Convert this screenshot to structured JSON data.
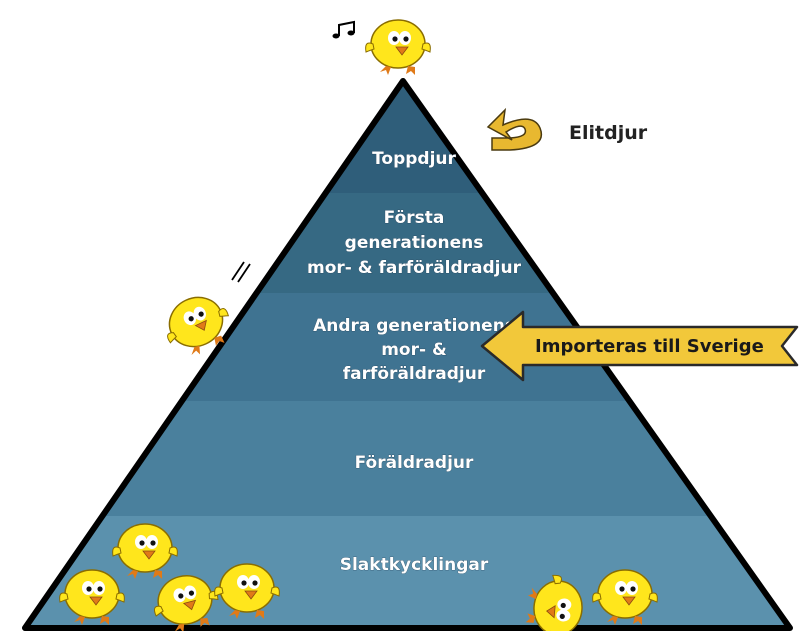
{
  "pyramid": {
    "tiers": [
      {
        "lines": [
          "Toppdjur"
        ],
        "color": "#2f5e7a"
      },
      {
        "lines": [
          "Första",
          "generationens",
          "mor- & farföräldradjur"
        ],
        "color": "#366983"
      },
      {
        "lines": [
          "Andra generationens",
          "mor- &",
          "farföräldradjur"
        ],
        "color": "#3f7391"
      },
      {
        "lines": [
          "Föräldradjur"
        ],
        "color": "#4a809d"
      },
      {
        "lines": [
          "Slaktkycklingar"
        ],
        "color": "#5b91ad"
      }
    ]
  },
  "annotations": {
    "elite_label": "Elitdjur",
    "import_label": "Importeras till Sverige"
  },
  "colors": {
    "chick_body": "#ffe61c",
    "chick_outline": "#8a6d00",
    "beak_feet": "#e07a18",
    "arrow_fill": "#f2c83a",
    "arrow_stroke": "#2a2a2a"
  },
  "icons": [
    "music-note-icon",
    "curved-arrow-icon",
    "chick-icon",
    "slash-marks-icon",
    "left-arrow-icon"
  ]
}
